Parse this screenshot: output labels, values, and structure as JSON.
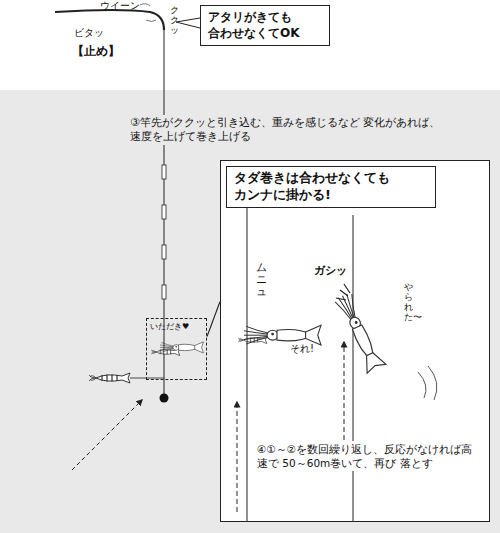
{
  "diagram": {
    "nodes": [
      {
        "text": [
          "アタリがきても 合わせなくてOK"
        ]
      },
      {
        "text": [
          "いただき♥"
        ]
      },
      {
        "text": [
          "④①～②を数回繰り返し、反応がなければ高速で 50～60m巻いて、再び 落とす"
        ]
      },
      {
        "text": [
          "タダ巻きは合わせなくても カンナに掛かる!"
        ],
        "in": 2
      }
    ],
    "edges": [
      {
        "from": 1,
        "to": 2,
        "arrow": "none"
      }
    ],
    "labels": [
      "ウイーン",
      "ククッ",
      "ビタッ",
      "【止め】",
      "③竿先がククッと引き込む、重みを感じるなど 変化があれば、速度を上げて巻き上げる",
      "ムニュ",
      "それ!",
      "ガシッ",
      "やられた〜"
    ]
  }
}
